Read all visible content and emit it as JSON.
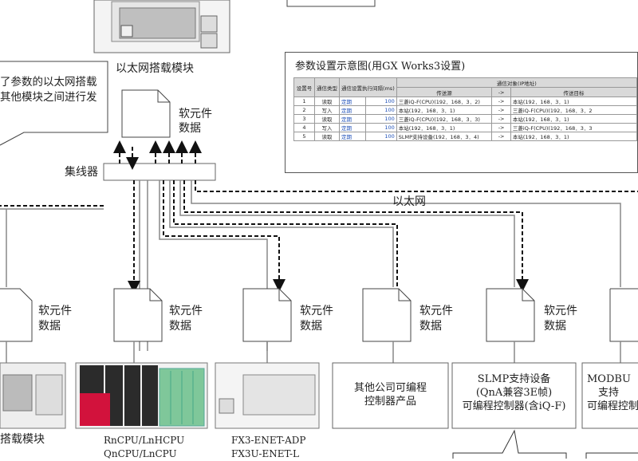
{
  "labels": {
    "top_module": "以太网搭载模块",
    "top_doc_line1": "软元件",
    "top_doc_line2": "数据",
    "hub": "集线器",
    "ethernet": "以太网",
    "doc_line1": "软元件",
    "doc_line2": "数据",
    "bottom_left_module": "搭载模块",
    "rncpu_line1": "RnCPU/LnHCPU",
    "rncpu_line2": "QnCPU/LnCPU",
    "fx3_line1": "FX3-ENET-ADP",
    "fx3_line2": "FX3U-ENET-L"
  },
  "callout": {
    "line1": "了参数的以太网搭载",
    "line2": "其他模块之间进行发"
  },
  "boxes": {
    "other_company": [
      "其他公司可编程",
      "控制器产品"
    ],
    "slmp": [
      "SLMP支持设备",
      "(QnA兼容3E帧)",
      "可编程控制器(含iQ-F)"
    ],
    "modbus": [
      "MODBU",
      "支持",
      "可编程控制"
    ]
  },
  "param_panel": {
    "title": "参数设置示意图(用GX Works3设置)",
    "headers": {
      "no": "设置号",
      "comm_type": "通信类型",
      "interval": "通信设置执行间隔(ms)",
      "target": "通信对象(IP地址)",
      "source": "传送源",
      "arrow": "->",
      "dest": "传送目标"
    },
    "rows": [
      {
        "no": "1",
        "type": "读取",
        "mode": "定期",
        "ms": "100",
        "src": "三菱iQ-F(CPU)(192．168．3．2)",
        "arrow": "->",
        "dst": "本站(192．168．3．1)"
      },
      {
        "no": "2",
        "type": "写入",
        "mode": "定期",
        "ms": "100",
        "src": "本站(192．168．3．1)",
        "arrow": "->",
        "dst": "三菱iQ-F(CPU)(192．168．3．2"
      },
      {
        "no": "3",
        "type": "读取",
        "mode": "定期",
        "ms": "100",
        "src": "三菱iQ-F(CPU)(192．168．3．3)",
        "arrow": "->",
        "dst": "本站(192．168．3．1)"
      },
      {
        "no": "4",
        "type": "写入",
        "mode": "定期",
        "ms": "100",
        "src": "本站(192．168．3．1)",
        "arrow": "->",
        "dst": "三菱iQ-F(CPU)(192．168．3．3"
      },
      {
        "no": "5",
        "type": "读取",
        "mode": "定期",
        "ms": "100",
        "src": "SLMP支持设备(192．168．3．4)",
        "arrow": "->",
        "dst": "本站(192．168．3．1)"
      }
    ]
  }
}
